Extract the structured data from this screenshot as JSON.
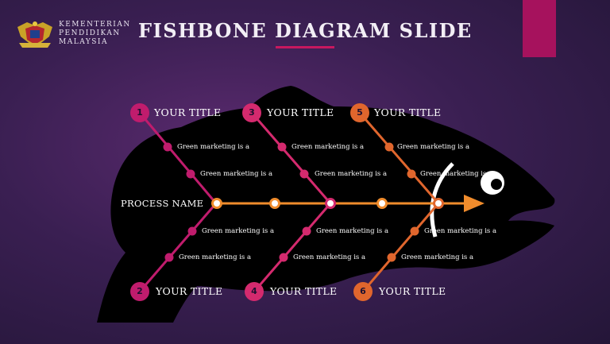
{
  "header": {
    "ministry_line1": "KEMENTERIAN",
    "ministry_line2": "PENDIDIKAN",
    "ministry_line3": "MALAYSIA",
    "slide_title": "FISHBONE DIAGRAM SLIDE"
  },
  "colors": {
    "accent": "#c8185f",
    "pink": "#c01c6d",
    "orange": "#e0662d",
    "spine": "#f08c2c",
    "fish": "#000000"
  },
  "diagram": {
    "process_name": "PROCESS NAME",
    "causes": [
      {
        "number": "1",
        "title": "YOUR TITLE",
        "note_outer": "Green marketing is a",
        "note_inner": "Green marketing is a"
      },
      {
        "number": "2",
        "title": "YOUR TITLE",
        "note_outer": "Green marketing is a",
        "note_inner": "Green marketing is a"
      },
      {
        "number": "3",
        "title": "YOUR TITLE",
        "note_outer": "Green marketing is a",
        "note_inner": "Green marketing is a"
      },
      {
        "number": "4",
        "title": "YOUR TITLE",
        "note_outer": "Green marketing is a",
        "note_inner": "Green marketing is a"
      },
      {
        "number": "5",
        "title": "YOUR TITLE",
        "note_outer": "Green marketing is a",
        "note_inner": "Green marketing is a"
      },
      {
        "number": "6",
        "title": "YOUR TITLE",
        "note_outer": "Green marketing is a",
        "note_inner": "Green marketing is a"
      }
    ]
  }
}
